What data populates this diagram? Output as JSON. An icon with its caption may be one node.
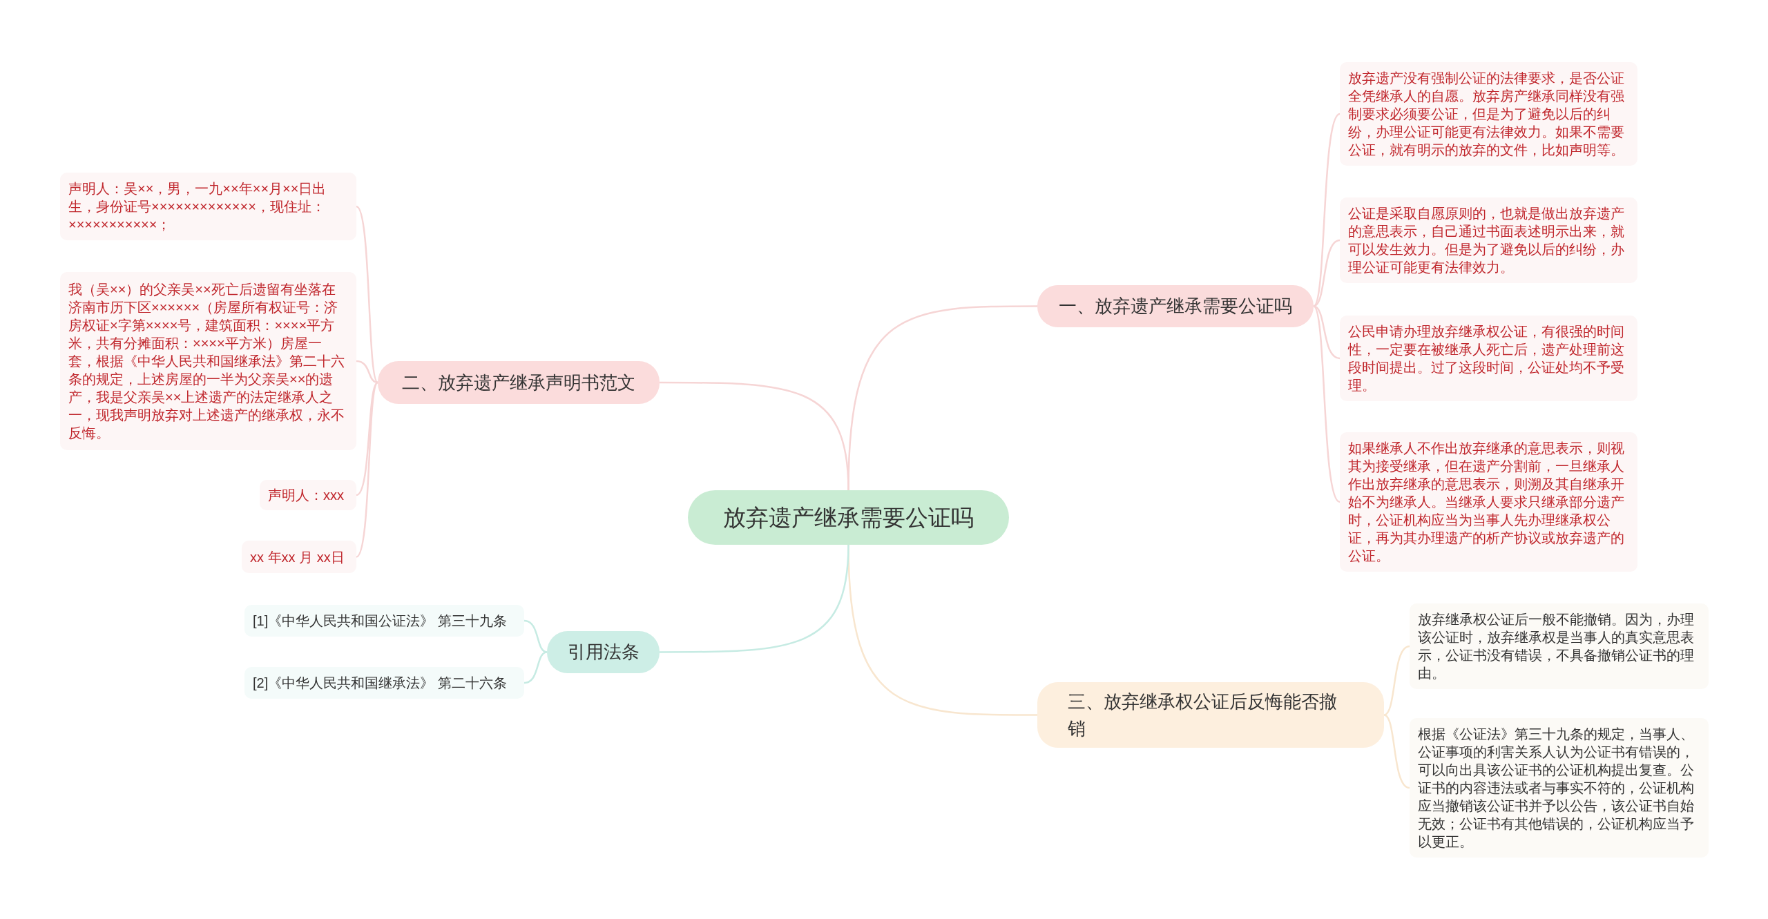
{
  "diagram": {
    "nodes": [
      {
        "text": [
          "放弃遗产继承需要公证吗"
        ]
      },
      {
        "text": [
          "一、放弃遗产继承需要公证吗"
        ]
      },
      {
        "text": [
          "放弃遗产没有强制公证的法律要求，是否公证全凭继承人的自愿。放弃房产继承同样没有强制要求必须要公证，但是为了避免以后的纠纷，办理公证可能更有法律效力。如果不需要公证，就有明示的放弃的文件，比如声明等。"
        ]
      },
      {
        "text": [
          "公证是采取自愿原则的，也就是做出放弃遗产的意思表示，自己通过书面表述明示出来，就可以发生效力。但是为了避免以后的纠纷，办理公证可能更有法律效力。"
        ]
      },
      {
        "text": [
          "公民申请办理放弃继承权公证，有很强的时间性，一定要在被继承人死亡后，遗产处理前这段时间提出。过了这段时间，公证处均不予受理。"
        ]
      },
      {
        "text": [
          "如果继承人不作出放弃继承的意思表示，则视其为接受继承，但在遗产分割前，一旦继承人作出放弃继承的意思表示，则溯及其自继承开始不为继承人。当继承人要求只继承部分遗产时，公证机构应当为当事人先办理继承权公证，再为其办理遗产的析产协议或放弃遗产的公证。"
        ]
      },
      {
        "text": [
          "三、放弃继承权公证后反悔能否撤销"
        ]
      },
      {
        "text": [
          "放弃继承权公证后一般不能撤销。因为，办理该公证时，放弃继承权是当事人的真实意思表示，公证书没有错误，不具备撤销公证书的理由。"
        ]
      },
      {
        "text": [
          "根据《公证法》第三十九条的规定，当事人、公证事项的利害关系人认为公证书有错误的，可以向出具该公证书的公证机构提出复查。公证书的内容违法或者与事实不符的，公证机构应当撤销该公证书并予以公告，该公证书自始无效；公证书有其他错误的，公证机构应当予以更正。"
        ]
      },
      {
        "text": [
          "二、放弃遗产继承声明书范文"
        ]
      },
      {
        "text": [
          "声明人：吴××，男，一九××年××月××日出生，身份证号×××××××××××××，现住址：×××××××××××；"
        ]
      },
      {
        "text": [
          "我（吴××）的父亲吴××死亡后遗留有坐落在济南市历下区××××××（房屋所有权证号：济房权证×字第××××号，建筑面积：××××平方米，共有分摊面积：××××平方米）房屋一套，根据《中华人民共和国继承法》第二十六条的规定，上述房屋的一半为父亲吴××的遗产，我是父亲吴××上述遗产的法定继承人之一，现我声明放弃对上述遗产的继承权，永不反悔。"
        ]
      },
      {
        "text": [
          "声明人：xxx"
        ]
      },
      {
        "text": [
          "xx 年xx 月 xx日"
        ]
      },
      {
        "text": [
          "引用法条"
        ]
      },
      {
        "text": [
          "[1]《中华人民共和国公证法》 第三十九条"
        ]
      },
      {
        "text": [
          "[2]《中华人民共和国继承法》 第二十六条"
        ]
      }
    ],
    "edges": [
      {
        "from": 0,
        "to": 1,
        "arrow": "none",
        "color": "#f6d5d5"
      },
      {
        "from": 1,
        "to": 2,
        "arrow": "none",
        "color": "#f6d5d5"
      },
      {
        "from": 1,
        "to": 3,
        "arrow": "none",
        "color": "#f6d5d5"
      },
      {
        "from": 1,
        "to": 4,
        "arrow": "none",
        "color": "#f6d5d5"
      },
      {
        "from": 1,
        "to": 5,
        "arrow": "none",
        "color": "#f6d5d5"
      },
      {
        "from": 0,
        "to": 6,
        "arrow": "none",
        "color": "#f8e6cf"
      },
      {
        "from": 6,
        "to": 7,
        "arrow": "none",
        "color": "#f8e6cf"
      },
      {
        "from": 6,
        "to": 8,
        "arrow": "none",
        "color": "#f8e6cf"
      },
      {
        "from": 0,
        "to": 9,
        "arrow": "none",
        "color": "#f6d5d5"
      },
      {
        "from": 9,
        "to": 10,
        "arrow": "none",
        "color": "#f6d5d5"
      },
      {
        "from": 9,
        "to": 11,
        "arrow": "none",
        "color": "#f6d5d5"
      },
      {
        "from": 9,
        "to": 12,
        "arrow": "none",
        "color": "#f6d5d5"
      },
      {
        "from": 9,
        "to": 13,
        "arrow": "none",
        "color": "#f6d5d5"
      },
      {
        "from": 0,
        "to": 14,
        "arrow": "none",
        "color": "#c6ebe3"
      },
      {
        "from": 14,
        "to": 15,
        "arrow": "none",
        "color": "#c6ebe3"
      },
      {
        "from": 14,
        "to": 16,
        "arrow": "none",
        "color": "#c6ebe3"
      }
    ]
  }
}
